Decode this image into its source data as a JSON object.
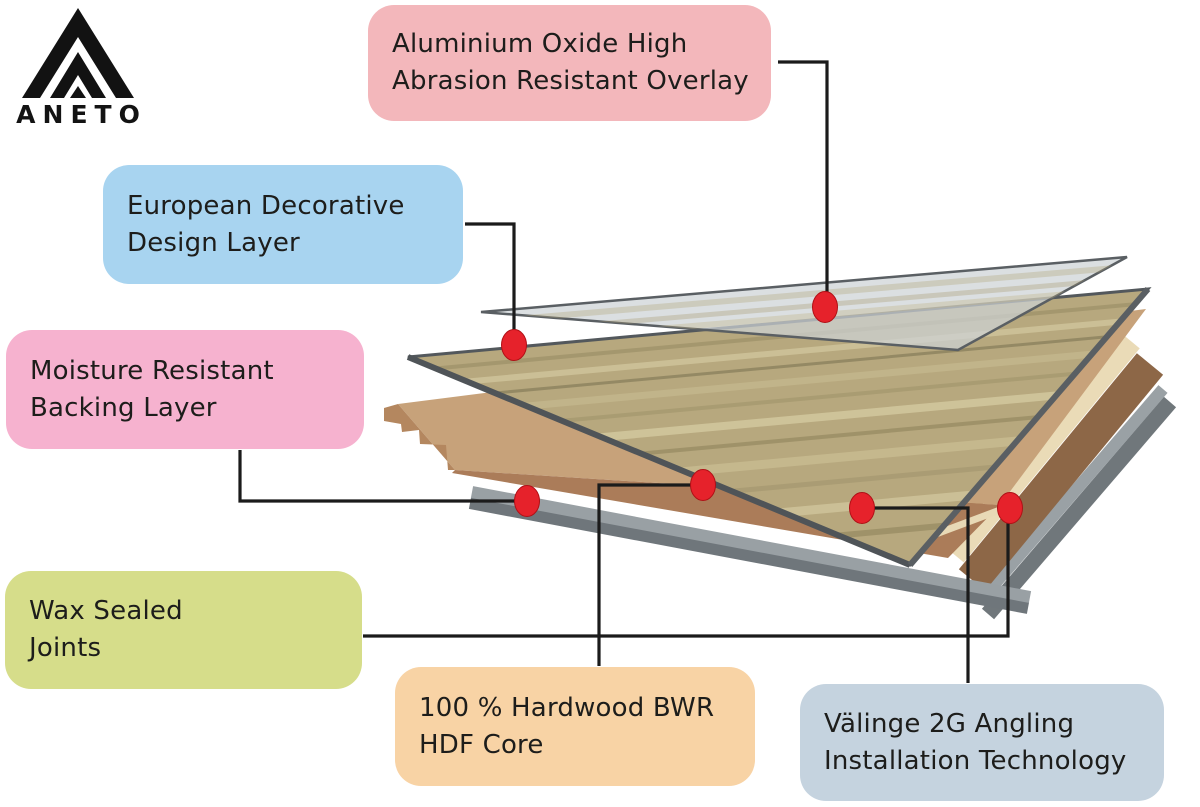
{
  "page": {
    "background_color": "#ffffff",
    "text_color": "#1d1d1b"
  },
  "logo": {
    "brand": "ANETO",
    "color": "#131313"
  },
  "callouts": [
    {
      "id": "aluminium-oxide-overlay",
      "bg": "#f3b7bb",
      "lines": [
        "Aluminium Oxide High",
        "Abrasion Resistant Overlay"
      ]
    },
    {
      "id": "european-decorative-design",
      "bg": "#a8d4f0",
      "lines": [
        "European Decorative",
        "Design Layer"
      ]
    },
    {
      "id": "moisture-resistant-backing",
      "bg": "#f6b2cf",
      "lines": [
        "Moisture Resistant",
        "Backing Layer"
      ]
    },
    {
      "id": "wax-sealed-joints",
      "bg": "#d6dd8a",
      "lines": [
        "Wax Sealed",
        "Joints"
      ]
    },
    {
      "id": "hardwood-hdf-core",
      "bg": "#f8d3a5",
      "lines": [
        "100 % Hardwood BWR",
        "HDF Core"
      ]
    },
    {
      "id": "valinge-installation",
      "bg": "#c5d3df",
      "lines": [
        "Välinge 2G Angling",
        "Installation Technology"
      ]
    }
  ],
  "diagram": {
    "marker_color": "#e6222b",
    "marker_edge_color": "#b01016",
    "connector_color": "#1b1b1b",
    "layer_names": [
      "aluminium-oxide-overlay-sheet",
      "decorative-design-sheet",
      "hdf-core-plank",
      "moisture-backing-sheet",
      "wax-joint-edge-stack"
    ]
  }
}
